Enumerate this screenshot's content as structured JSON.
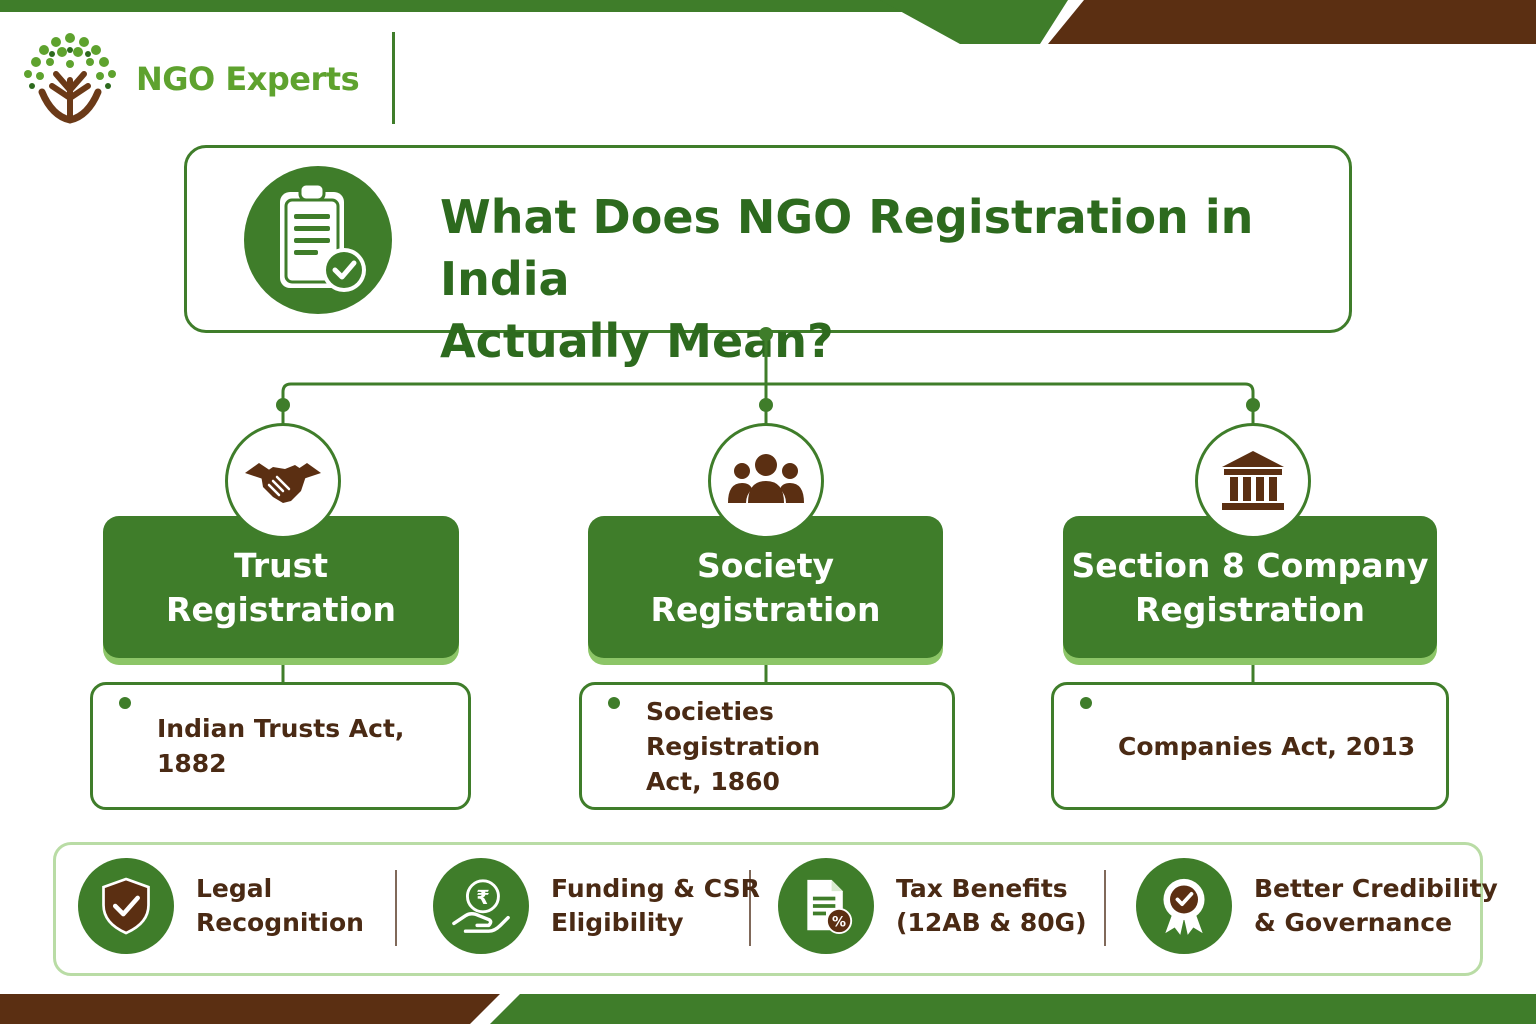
{
  "brand": {
    "name": "NGO Experts"
  },
  "colors": {
    "primary_green": "#3f7d2a",
    "brand_green": "#5ea22e",
    "brown": "#5b2f12",
    "light_green": "#8cc567",
    "text_brown": "#4a2a14"
  },
  "title": {
    "icon": "clipboard-check-icon",
    "line1": "What Does NGO Registration in India",
    "line2": "Actually Mean?"
  },
  "registration_types": [
    {
      "icon": "handshake-icon",
      "label": "Trust\nRegistration",
      "act": "Indian Trusts Act, 1882"
    },
    {
      "icon": "people-icon",
      "label": "Society\nRegistration",
      "act": "Societies Registration\nAct, 1860"
    },
    {
      "icon": "bank-building-icon",
      "label": "Section 8 Company\nRegistration",
      "act": "Companies Act, 2013"
    }
  ],
  "benefits": [
    {
      "icon": "shield-check-icon",
      "label": "Legal\nRecognition"
    },
    {
      "icon": "rupee-hand-icon",
      "label": "Funding & CSR\nEligibility"
    },
    {
      "icon": "tax-document-icon",
      "label": "Tax Benefits\n(12AB & 80G)"
    },
    {
      "icon": "award-badge-icon",
      "label": "Better Credibility\n& Governance"
    }
  ]
}
